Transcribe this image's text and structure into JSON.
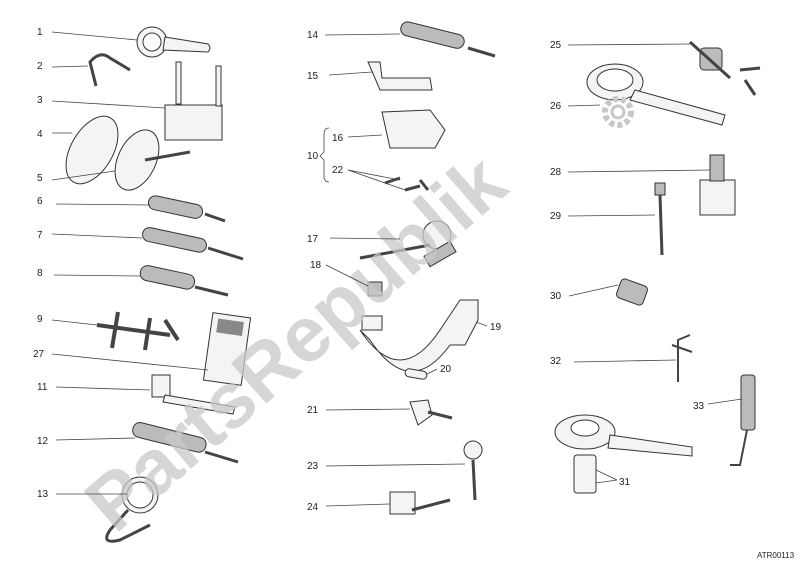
{
  "diagram": {
    "labels": {
      "l1": "1",
      "l2": "2",
      "l3": "3",
      "l4": "4",
      "l5": "5",
      "l6": "6",
      "l7": "7",
      "l8": "8",
      "l9": "9",
      "l27": "27",
      "l11": "11",
      "l12": "12",
      "l13": "13",
      "l14": "14",
      "l15": "15",
      "l10": "10",
      "l16": "16",
      "l22": "22",
      "l17": "17",
      "l18": "18",
      "l19": "19",
      "l20": "20",
      "l21": "21",
      "l23": "23",
      "l24": "24",
      "l25": "25",
      "l26": "26",
      "l28": "28",
      "l29": "29",
      "l30": "30",
      "l32": "32",
      "l33": "33",
      "l31": "31"
    },
    "reference_code": "ATR00113",
    "watermark": "PartsRepublik"
  }
}
